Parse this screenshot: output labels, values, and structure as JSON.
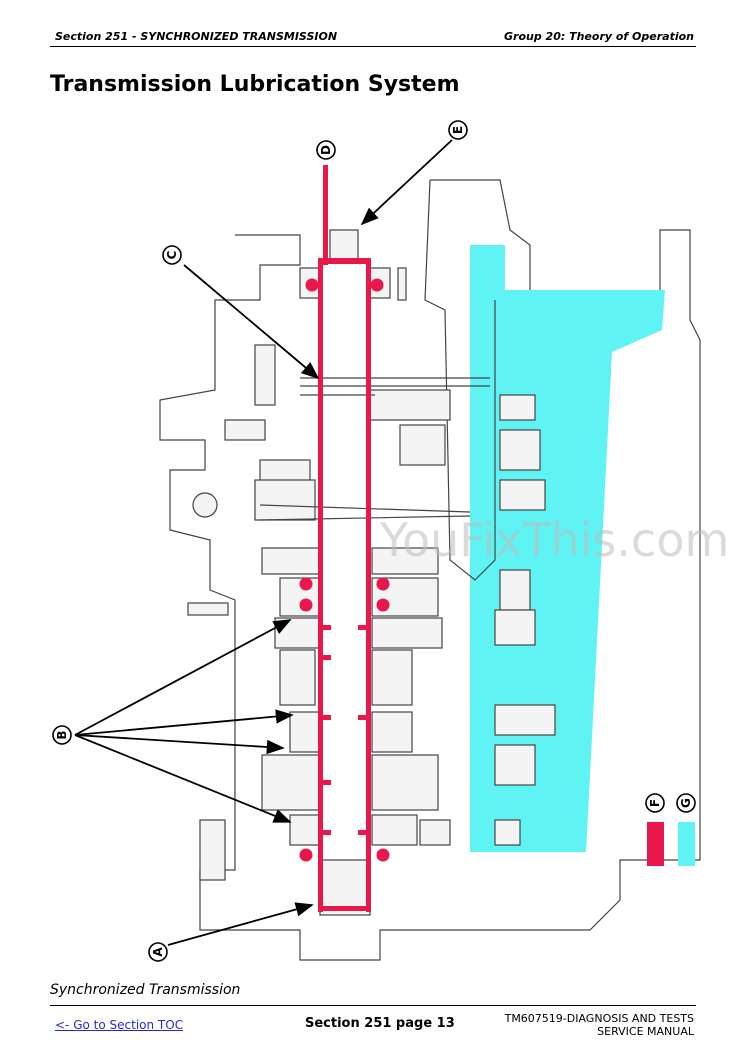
{
  "header": {
    "section": "Section 251 - SYNCHRONIZED TRANSMISSION",
    "group": "Group 20: Theory of Operation"
  },
  "title": "Transmission Lubrication System",
  "figure": {
    "callouts": {
      "A": "A",
      "B": "B",
      "C": "C",
      "D": "D",
      "E": "E",
      "F": "F",
      "G": "G"
    },
    "legend": [
      {
        "label": "F",
        "color": "#e8194a"
      },
      {
        "label": "G",
        "color": "#5ff3f3"
      }
    ],
    "watermark": "YouFixThis.com",
    "caption": "Synchronized Transmission"
  },
  "footer": {
    "toc_link": "<- Go to Section TOC",
    "page": "Section 251 page 13",
    "manual_line1": "TM607519-DIAGNOSIS AND TESTS",
    "manual_line2": "SERVICE MANUAL"
  }
}
